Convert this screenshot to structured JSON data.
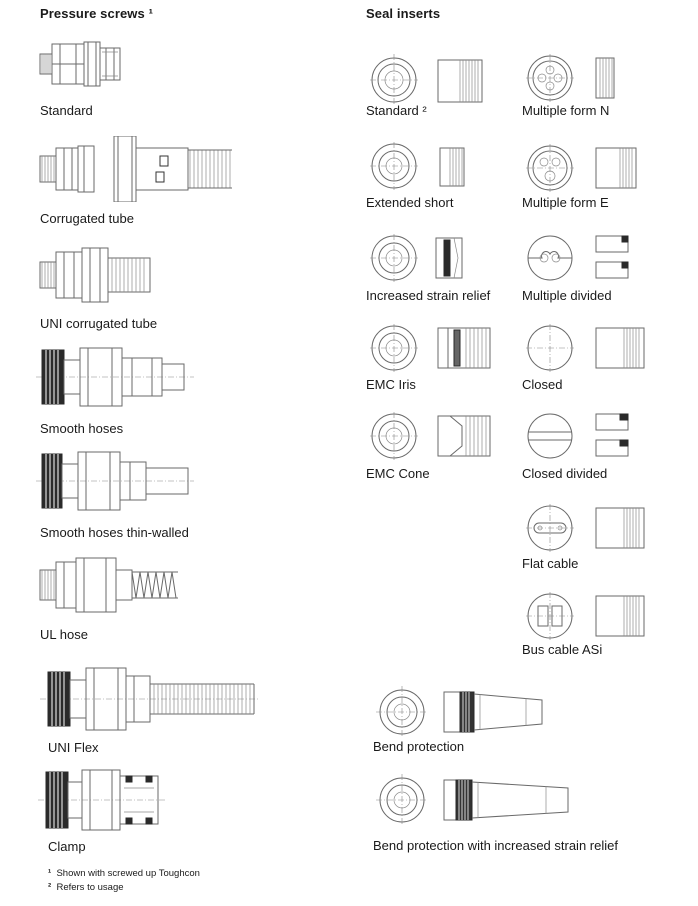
{
  "headings": {
    "pressure_screws": "Pressure screws ¹",
    "seal_inserts": "Seal inserts"
  },
  "pressure_screws": [
    "Standard",
    "Corrugated tube",
    "UNI corrugated tube",
    "Smooth hoses",
    "Smooth hoses thin-walled",
    "UL hose",
    "UNI Flex",
    "Clamp"
  ],
  "seal_inserts": {
    "left": [
      "Standard ²",
      "Extended short",
      "Increased strain relief",
      "EMC Iris",
      "EMC Cone"
    ],
    "right": [
      "Multiple form N",
      "Multiple form E",
      "Multiple divided",
      "Closed",
      "Closed divided",
      "Flat cable",
      "Bus cable ASi"
    ],
    "bottom": [
      "Bend protection",
      "Bend protection with increased strain relief"
    ]
  },
  "footnotes": {
    "one_mark": "¹",
    "one": "Shown with screwed up Toughcon",
    "two_mark": "²",
    "two": "Refers to usage"
  }
}
